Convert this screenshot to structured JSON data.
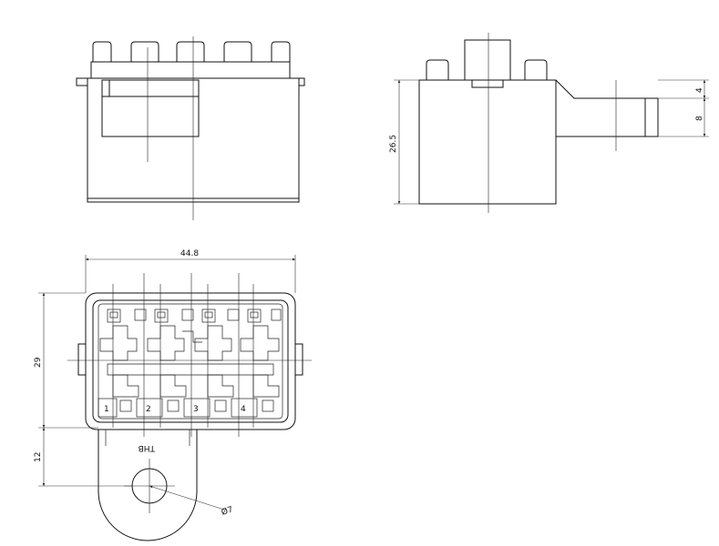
{
  "dimensions": {
    "side_height": "26.5",
    "side_top_offset": "4",
    "side_tab": "8",
    "plan_width": "44.8",
    "plan_height": "29",
    "tab_length": "12",
    "hole_dia": "Ø7"
  },
  "marking": "THB",
  "positions": [
    "1",
    "2",
    "3",
    "4"
  ]
}
